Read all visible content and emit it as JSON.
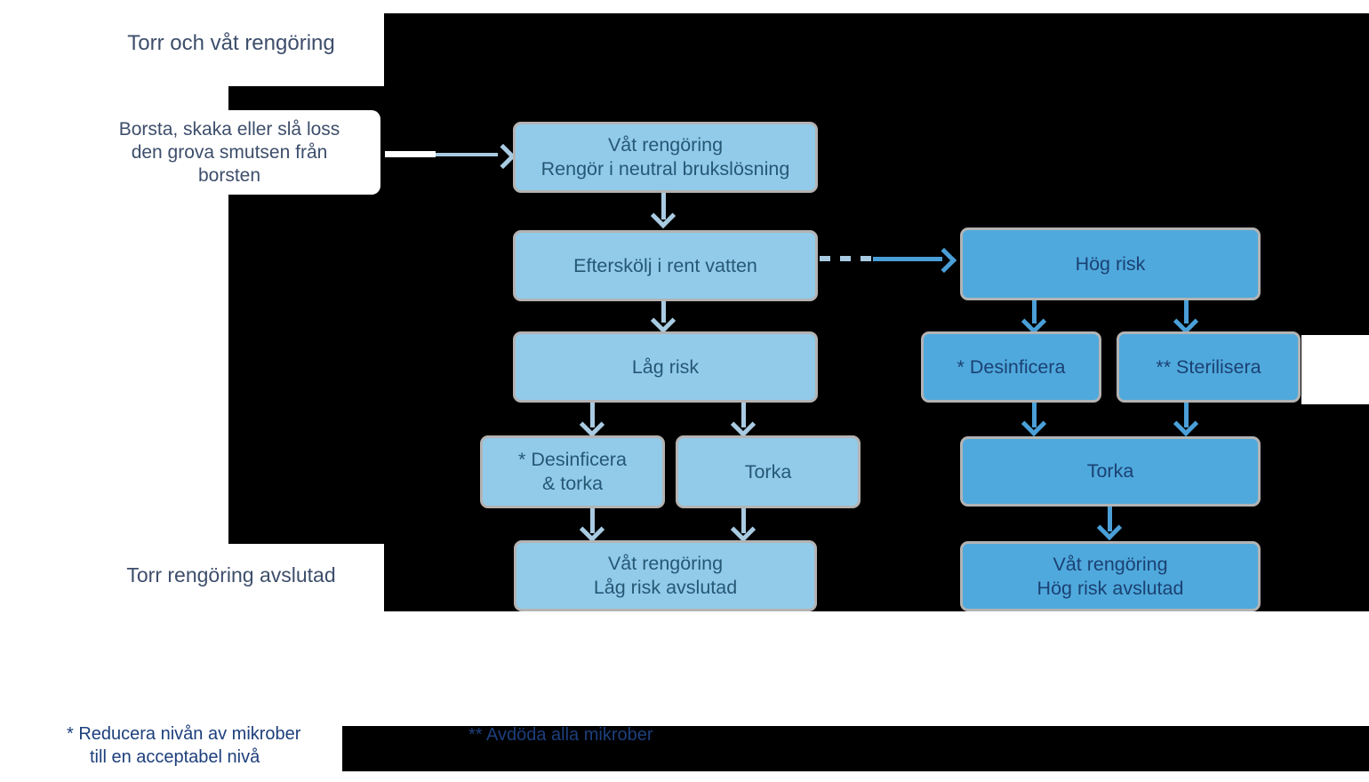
{
  "labels": {
    "title": "Torr och våt rengöring",
    "brush_note": {
      "lines": [
        "Borsta, skaka eller slå loss",
        "den grova smutsen från",
        "borsten"
      ]
    },
    "dry_done": "Torr rengöring avslutad"
  },
  "flow": {
    "left_branch": {
      "wet_cleaning": {
        "lines": [
          "Våt rengöring",
          "Rengör i neutral brukslösning"
        ]
      },
      "rinse": "Efterskölj i rent vatten",
      "low_risk": "Låg risk",
      "disinfect_dry": {
        "lines": [
          "* Desinficera",
          "& torka"
        ]
      },
      "dry": "Torka",
      "done": {
        "lines": [
          "Våt rengöring",
          "Låg risk avslutad"
        ]
      }
    },
    "right_branch": {
      "high_risk": "Hög risk",
      "disinfect": "* Desinficera",
      "sterilize": "** Sterilisera",
      "dry": "Torka",
      "done": {
        "lines": [
          "Våt rengöring",
          "Hög risk avslutad"
        ]
      }
    }
  },
  "footnotes": {
    "reduce": {
      "lines": [
        "* Reducera nivån av mikrober",
        "till en acceptabel nivå"
      ]
    },
    "kill": "** Avdöda alla mikrober"
  },
  "colors": {
    "box_light": "#92CBEA",
    "box_medium": "#4FA9DD",
    "box_border": "#B3B3B3",
    "text_light_box": "#265874",
    "text_medium_box": "#1B4173",
    "label_text": "#3D4E6B",
    "footnote_text": "#1D3F7C",
    "connector_pale": "#A9CBE2",
    "connector_blue": "#4A9FD8",
    "mask": "#000000"
  }
}
